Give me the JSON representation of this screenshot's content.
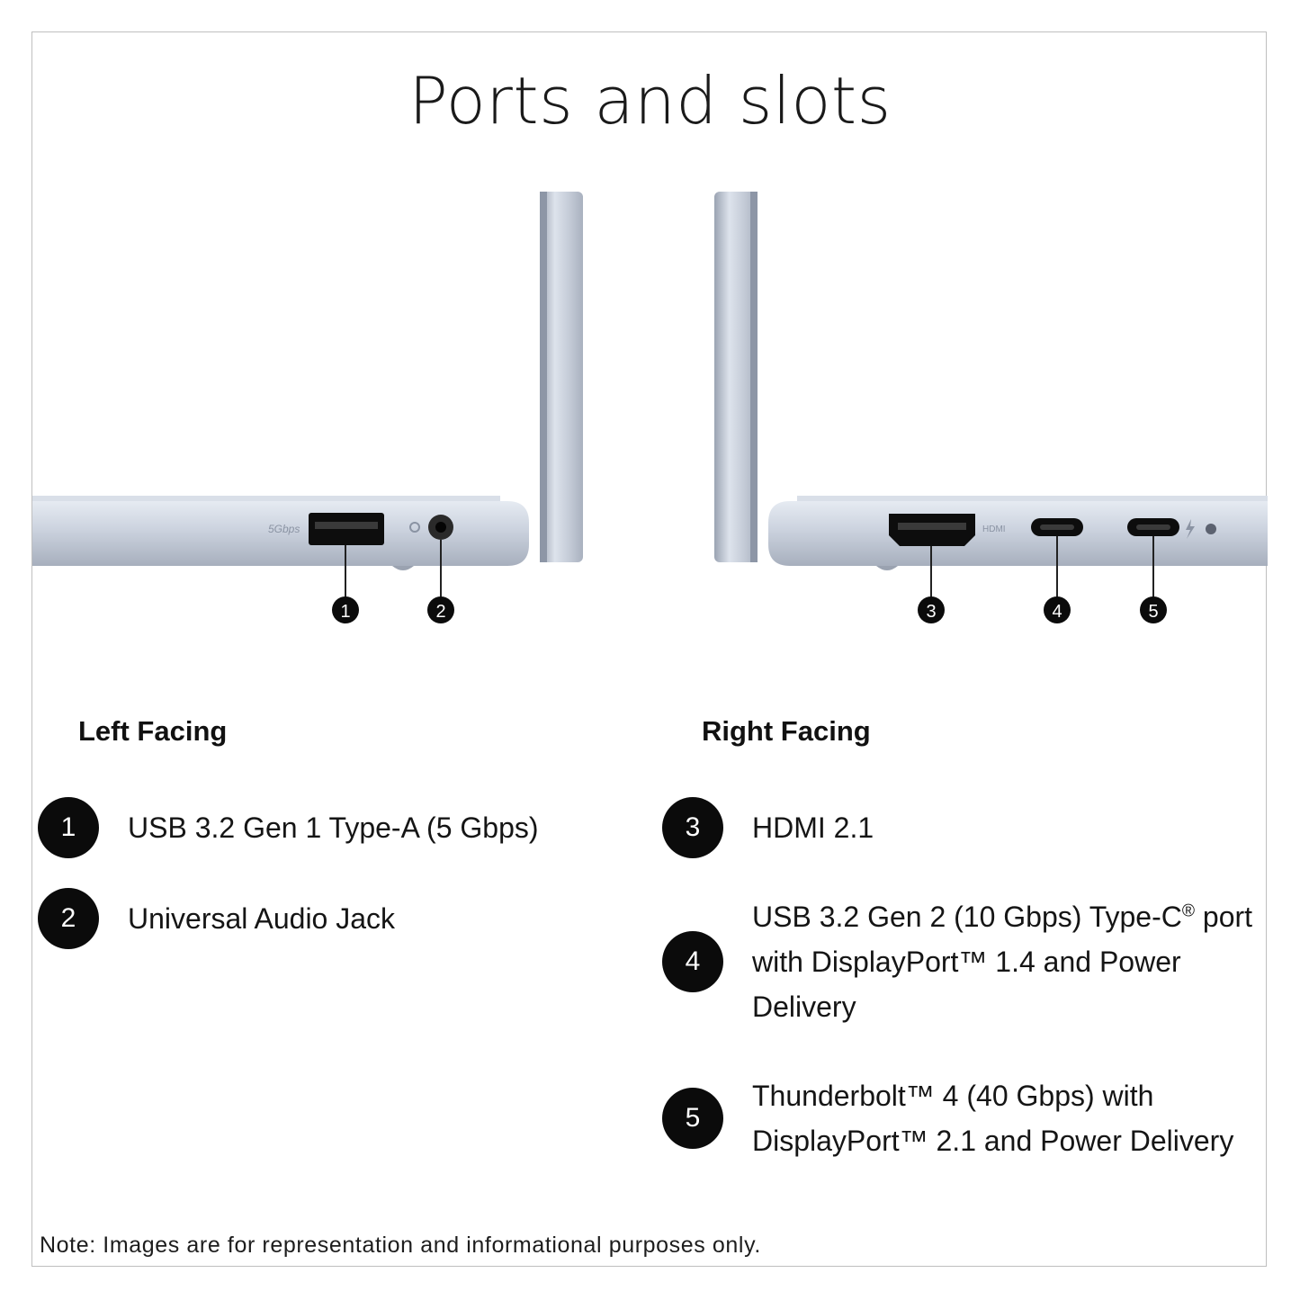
{
  "title": "Ports and slots",
  "left": {
    "heading": "Left Facing",
    "items": [
      {
        "num": "1",
        "line1": "USB 3.2 Gen 1 Type-A (5 Gbps)"
      },
      {
        "num": "2",
        "line1": "Universal Audio Jack"
      }
    ]
  },
  "right": {
    "heading": "Right Facing",
    "items": [
      {
        "num": "3",
        "line1": "HDMI 2.1"
      },
      {
        "num": "4",
        "line1": "USB 3.2 Gen 2 (10 Gbps) Type-C",
        "sup": "®",
        "line1b": " port",
        "line2": "with DisplayPort™ 1.4 and Power",
        "line3": "Delivery"
      },
      {
        "num": "5",
        "line1": "Thunderbolt™ 4 (40 Gbps) with",
        "line2": "DisplayPort™ 2.1 and Power Delivery"
      }
    ]
  },
  "illustration": {
    "callouts": [
      "1",
      "2",
      "3",
      "4",
      "5"
    ],
    "engraving_5gbps": "5Gbps",
    "engraving_hdmi": "HDMI"
  },
  "note": "Note: Images are for representation and informational purposes only.",
  "colors": {
    "badge": "#0b0b0b",
    "chassis": "#cfd6e3",
    "port": "#0d0d0d"
  }
}
